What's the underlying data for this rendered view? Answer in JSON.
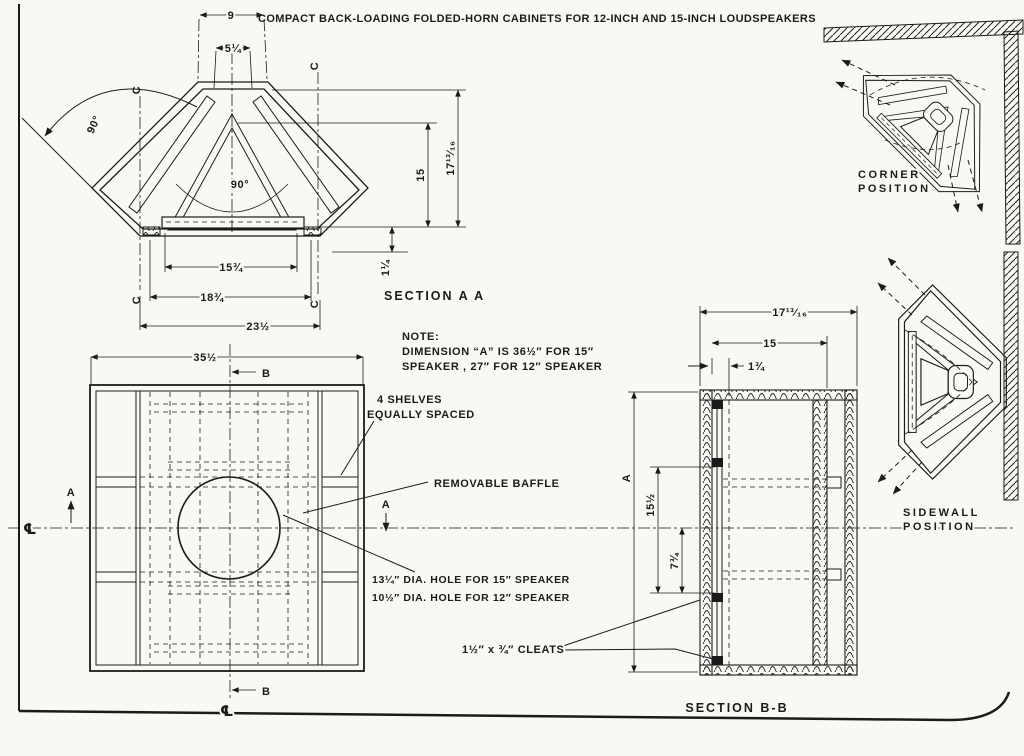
{
  "title": "COMPACT BACK-LOADING FOLDED-HORN CABINETS FOR 12-INCH AND 15-INCH LOUDSPEAKERS",
  "section_aa": {
    "label": "SECTION A A",
    "marker_c": "C",
    "dims": {
      "top_width": "9",
      "top_inner": "5¼",
      "angle_left": "90°",
      "angle_center": "90°",
      "bottom_inner": "15¾",
      "bottom_mid": "18¾",
      "bottom_outer": "23½",
      "overall_width": "35½",
      "inner_height": "15",
      "overall_height": "17¹³⁄₁₆",
      "base_offset": "1¼"
    }
  },
  "note": {
    "heading": "NOTE:",
    "line2": "DIMENSION “A” IS 36½″ FOR 15″",
    "line3": "SPEAKER , 27″ FOR 12″ SPEAKER"
  },
  "front_view": {
    "marker_a": "A",
    "marker_b": "B",
    "centerline_symbol": "℄",
    "shelves_line1": "4 SHELVES",
    "shelves_line2": "EQUALLY SPACED",
    "baffle_label": "REMOVABLE BAFFLE",
    "hole_15": "13¼″ DIA. HOLE FOR 15″ SPEAKER",
    "hole_12": "10½″ DIA. HOLE FOR 12″ SPEAKER",
    "cleats_label": "1½″ x ¾″ CLEATS"
  },
  "section_bb": {
    "label": "SECTION B-B",
    "dims": {
      "overall_depth": "17¹³⁄₁₆",
      "inner_depth": "15",
      "baffle_offset": "1¾",
      "height_ref": "A",
      "upper_span": "15½",
      "lower_span": "7¾"
    }
  },
  "positions": {
    "corner_line1": "CORNER",
    "corner_line2": "POSITION",
    "sidewall_line1": "SIDEWALL",
    "sidewall_line2": "POSITION"
  },
  "colors": {
    "ink": "#1b1b1b",
    "paper": "#f8f8f4"
  }
}
